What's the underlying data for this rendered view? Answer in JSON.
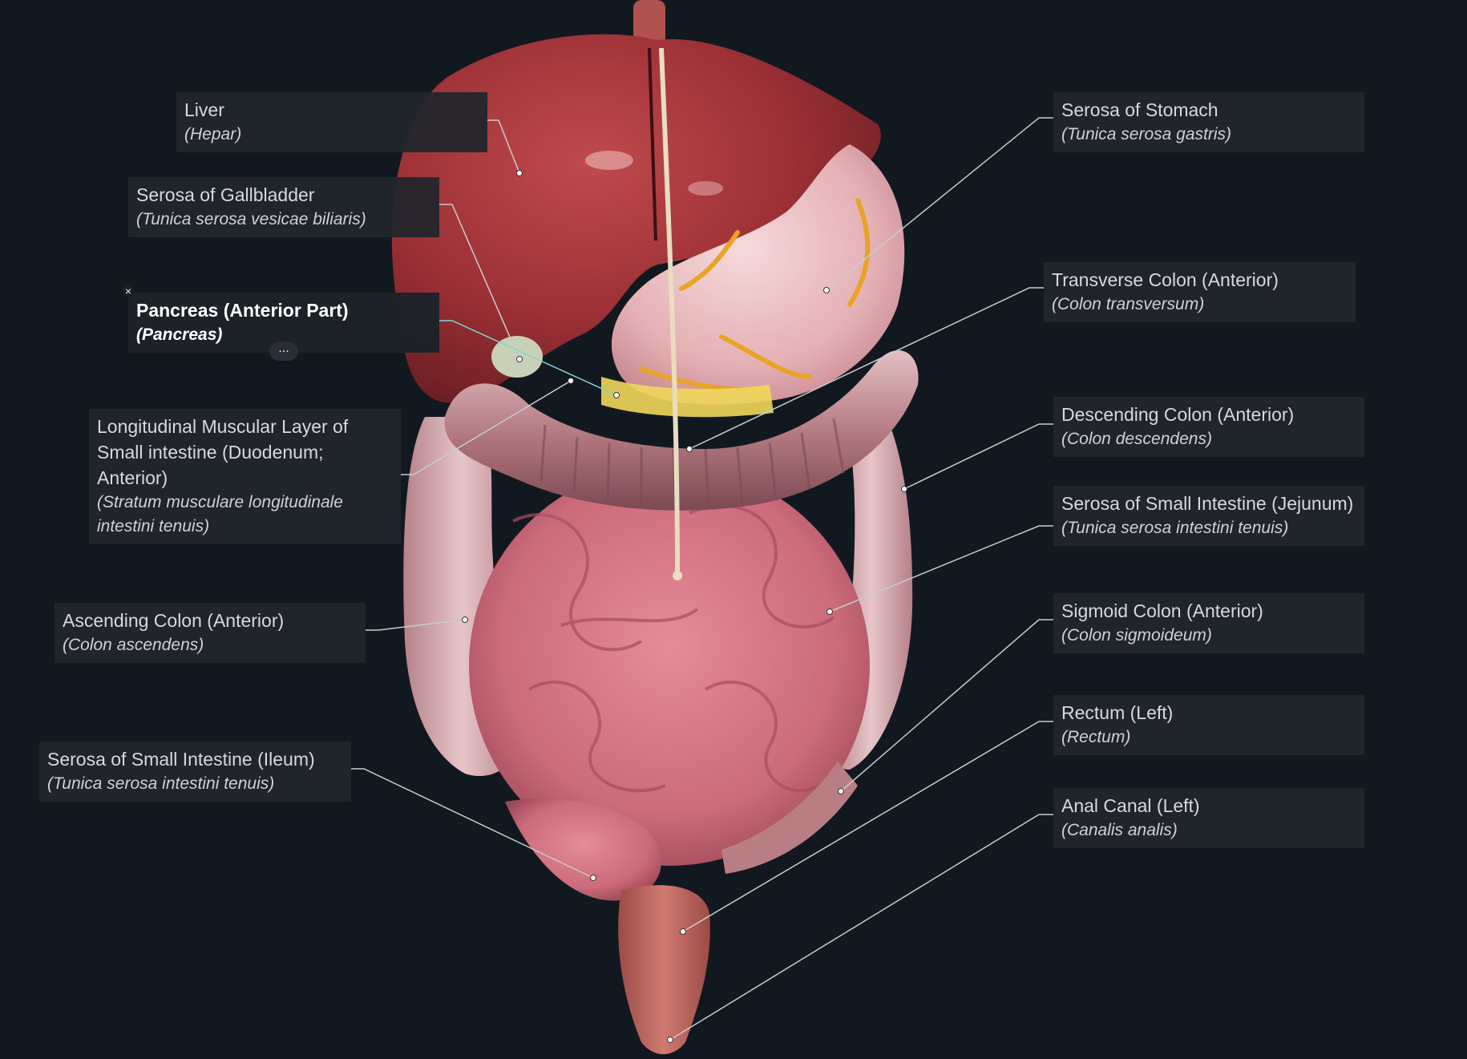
{
  "labels": {
    "liver": {
      "name": "Liver",
      "latin": "(Hepar)"
    },
    "gallbladder": {
      "name": "Serosa of Gallbladder",
      "latin": "(Tunica serosa vesicae biliaris)"
    },
    "pancreas": {
      "name": "Pancreas (Anterior Part)",
      "latin": "(Pancreas)"
    },
    "duodenum": {
      "name": "Longitudinal Muscular Layer of Small intestine (Duodenum; Anterior)",
      "latin": "(Stratum musculare longitudinale intestini tenuis)"
    },
    "ascending_colon": {
      "name": "Ascending Colon (Anterior)",
      "latin": "(Colon ascendens)"
    },
    "ileum": {
      "name": "Serosa of Small Intestine (Ileum)",
      "latin": "(Tunica serosa intestini tenuis)"
    },
    "stomach": {
      "name": "Serosa of Stomach",
      "latin": "(Tunica serosa gastris)"
    },
    "transverse_colon": {
      "name": "Transverse Colon (Anterior)",
      "latin": "(Colon transversum)"
    },
    "descending_colon": {
      "name": "Descending Colon (Anterior)",
      "latin": "(Colon descendens)"
    },
    "jejunum": {
      "name": "Serosa of Small Intestine (Jejunum)",
      "latin": "(Tunica serosa intestini tenuis)"
    },
    "sigmoid_colon": {
      "name": "Sigmoid Colon (Anterior)",
      "latin": "(Colon sigmoideum)"
    },
    "rectum": {
      "name": "Rectum (Left)",
      "latin": "(Rectum)"
    },
    "anal_canal": {
      "name": "Anal Canal (Left)",
      "latin": "(Canalis analis)"
    }
  },
  "controls": {
    "close_glyph": "×",
    "more_glyph": "..."
  },
  "colors": {
    "background": "#121820",
    "label_bg": "#21252c",
    "leader_line": "#c8ccd0",
    "leader_line_selected": "#7fd6cf",
    "liver": "#9b3035",
    "stomach": "#e9b9bd",
    "intestine": "#cf7080",
    "colon": "#b87e84",
    "rectum": "#c26a63",
    "fat": "#e6a426"
  }
}
